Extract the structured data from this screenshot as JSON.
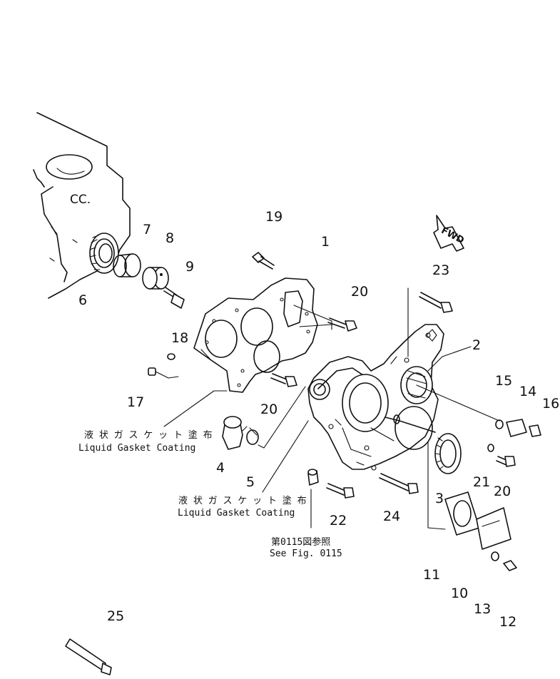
{
  "callouts": {
    "c1": "1",
    "c2": "2",
    "c3": "3",
    "c4": "4",
    "c5": "5",
    "c6": "6",
    "c7": "7",
    "c8": "8",
    "c9": "9",
    "c10": "10",
    "c11": "11",
    "c12": "12",
    "c13": "13",
    "c14": "14",
    "c15": "15",
    "c16": "16",
    "c17": "17",
    "c18": "18",
    "c19": "19",
    "c20a": "20",
    "c20b": "20",
    "c20c": "20",
    "c21": "21",
    "c22": "22",
    "c23": "23",
    "c24": "24",
    "c25": "25"
  },
  "notes": {
    "gasket1_jp": "液 状 ガ ス ケ ッ ト 塗 布",
    "gasket1_en": "Liquid Gasket Coating",
    "gasket2_jp": "液 状 ガ ス ケ ッ ト 塗 布",
    "gasket2_en": "Liquid Gasket Coating",
    "fig_ref_jp": "第0115図参照",
    "fig_ref_en": "See Fig. 0115"
  },
  "direction_arrow": {
    "label": "FWD"
  }
}
